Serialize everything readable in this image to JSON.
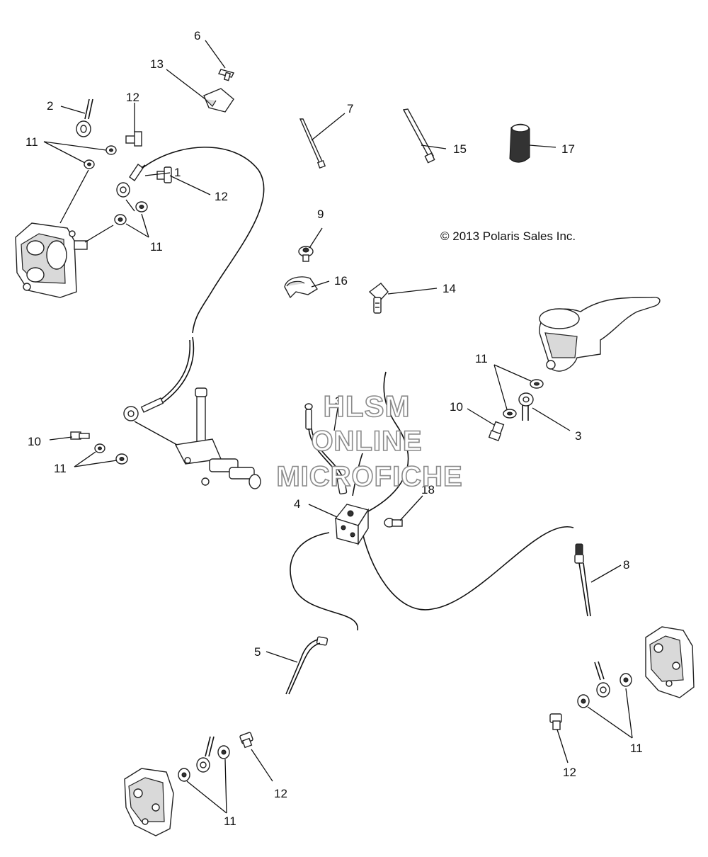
{
  "copyright": "© 2013 Polaris Sales Inc.",
  "watermark": [
    "HLSM",
    "ONLINE",
    "MICROFICHE"
  ],
  "callouts": {
    "c1": "1",
    "c2": "2",
    "c3a": "3",
    "c3b": "3",
    "c4": "4",
    "c5": "5",
    "c6": "6",
    "c7": "7",
    "c8": "8",
    "c9": "9",
    "c10a": "10",
    "c10b": "10",
    "c11a": "11",
    "c11b": "11",
    "c11c": "11",
    "c11d": "11",
    "c11e": "11",
    "c11f": "11",
    "c12a": "12",
    "c12b": "12",
    "c12c": "12",
    "c12d": "12",
    "c13": "13",
    "c14": "14",
    "c15": "15",
    "c16": "16",
    "c17": "17",
    "c18": "18"
  },
  "colors": {
    "line": "#111111",
    "watermark_stroke": "#8a8a8a",
    "background": "#ffffff"
  }
}
